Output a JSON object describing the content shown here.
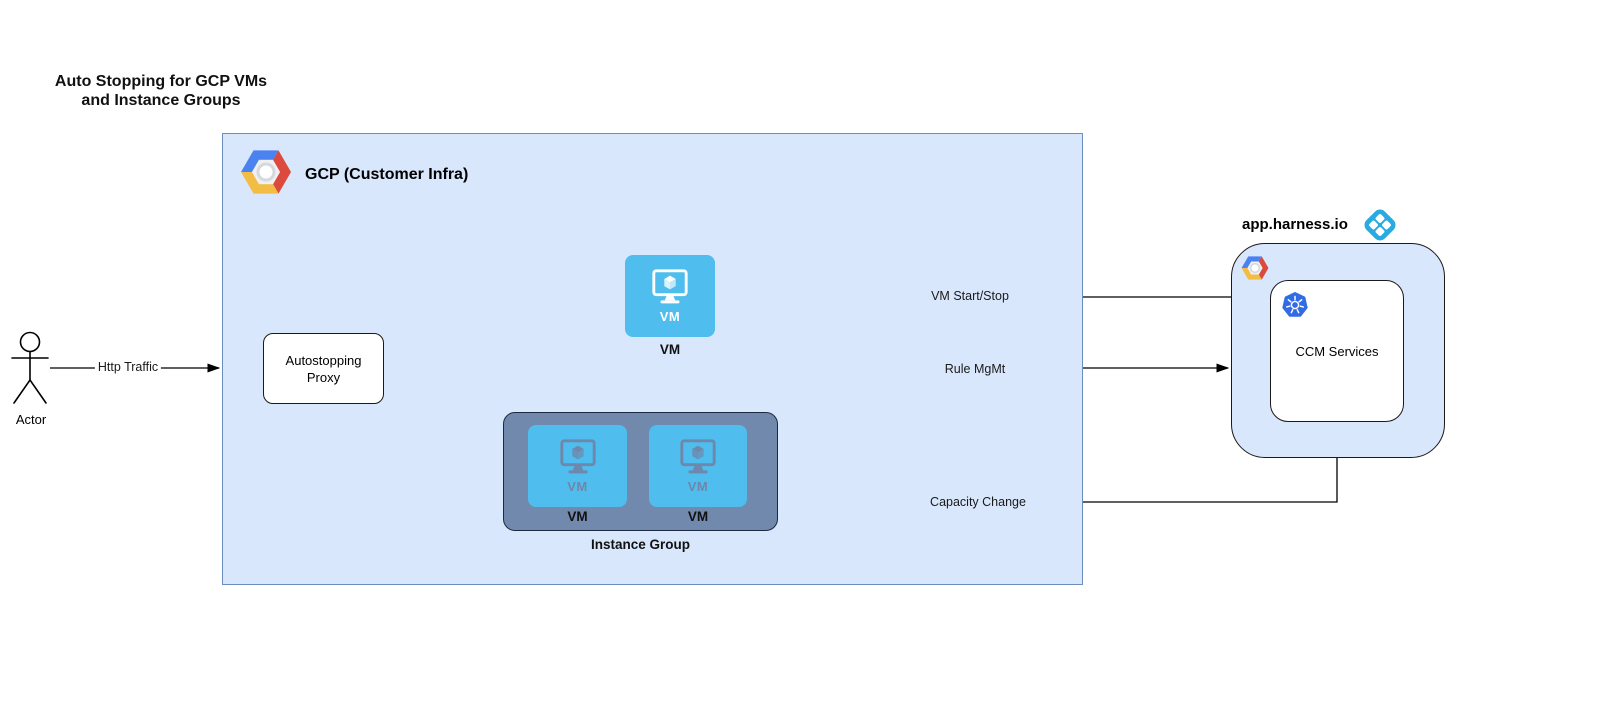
{
  "title": {
    "line1": "Auto Stopping for GCP VMs",
    "line2": "and Instance Groups"
  },
  "actor": {
    "label": "Actor"
  },
  "gcp_box": {
    "label": "GCP (Customer Infra)"
  },
  "proxy": {
    "line1": "Autostopping",
    "line2": "Proxy"
  },
  "vm_node": {
    "icon_label": "VM",
    "caption": "VM"
  },
  "instance_group": {
    "caption": "Instance Group",
    "vms": [
      {
        "icon_label": "VM",
        "caption": "VM"
      },
      {
        "icon_label": "VM",
        "caption": "VM"
      }
    ]
  },
  "harness": {
    "title": "app.harness.io",
    "ccm_label": "CCM Services"
  },
  "edges": {
    "http_traffic": "Http Traffic",
    "vm_start_stop": "VM Start/Stop",
    "rule_mgmt": "Rule MgMt",
    "capacity_change": "Capacity Change"
  },
  "colors": {
    "gcp_box_fill": "#d9e7fc",
    "gcp_box_border": "#6c8ebf",
    "vm_blue": "#4fbdee",
    "instance_group_fill": "#7289ae",
    "instance_group_glyph": "#6e87ab",
    "harness_blue": "#29abe2",
    "kubernetes_blue": "#326ce5",
    "connector": "#000000"
  }
}
